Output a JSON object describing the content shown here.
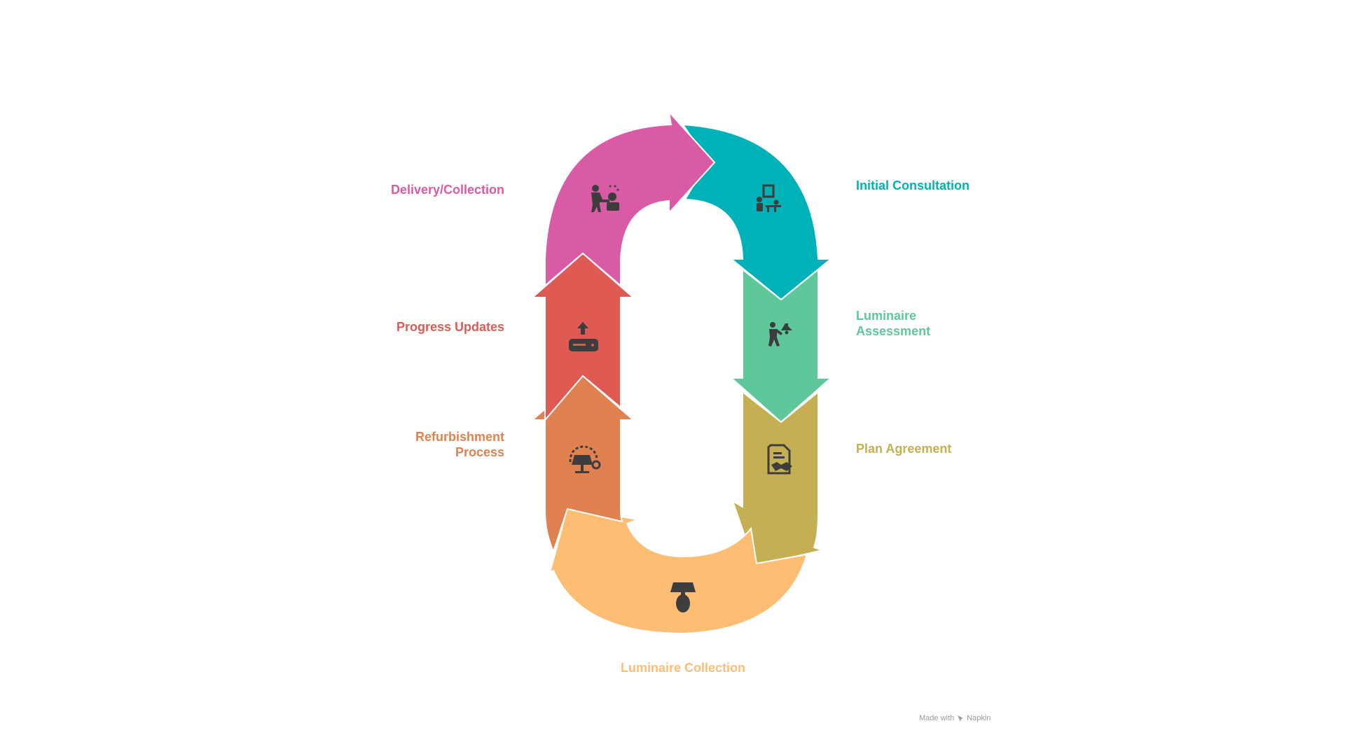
{
  "diagram": {
    "steps": [
      {
        "id": "initial-consultation",
        "label": "Initial Consultation",
        "color": "#00B2B8",
        "icon": "consultation-icon"
      },
      {
        "id": "luminaire-assessment",
        "label": "Luminaire\nAssessment",
        "color": "#5EC89B",
        "icon": "assessment-icon"
      },
      {
        "id": "plan-agreement",
        "label": "Plan Agreement",
        "color": "#C4AF52",
        "icon": "agreement-icon"
      },
      {
        "id": "luminaire-collection",
        "label": "Luminaire Collection",
        "color": "#FDBD72",
        "icon": "lamp-icon"
      },
      {
        "id": "refurbishment-process",
        "label": "Refurbishment\nProcess",
        "color": "#E08150",
        "icon": "refurbish-icon"
      },
      {
        "id": "progress-updates",
        "label": "Progress Updates",
        "color": "#E05A54",
        "icon": "upload-icon"
      },
      {
        "id": "delivery-collection",
        "label": "Delivery/Collection",
        "color": "#D95BA6",
        "icon": "delivery-icon"
      }
    ],
    "icon_color": "#3d3d3d"
  },
  "footer": {
    "made_with": "Made with",
    "brand": "Napkin"
  }
}
